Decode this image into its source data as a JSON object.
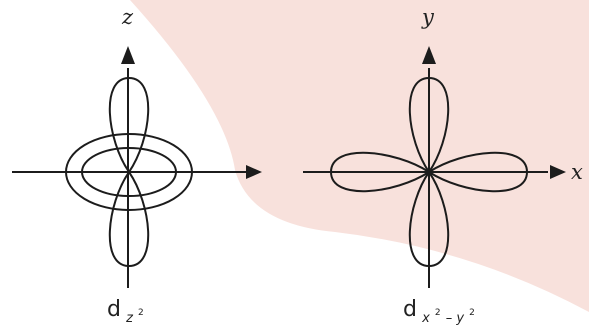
{
  "colors": {
    "background": "#ffffff",
    "watermark": "#f8e1dc",
    "line": "#1c1c1c"
  },
  "left_diagram": {
    "axis_label": "z",
    "orbital": {
      "base": "d",
      "sub": "z",
      "sup": "2"
    }
  },
  "right_diagram": {
    "axis_label_y": "y",
    "axis_label_x": "x",
    "orbital": {
      "base": "d",
      "sub_1": "x",
      "sup_1": "2",
      "sub_mid": " – ",
      "sub_2": "y",
      "sup_2": "2"
    }
  }
}
